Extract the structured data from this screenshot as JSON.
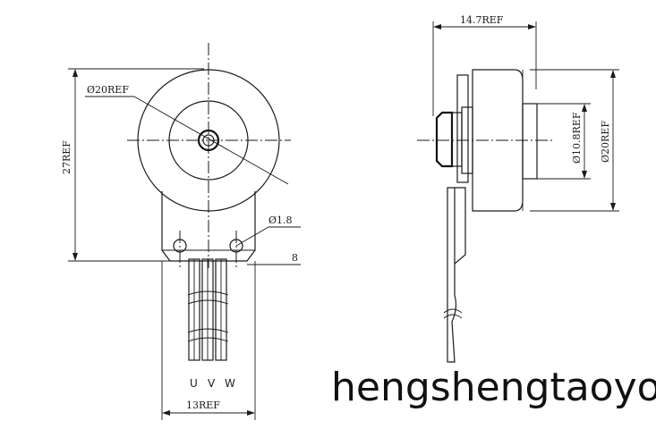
{
  "front_view": {
    "dim_outer_diameter": "Ø20REF",
    "dim_height": "27REF",
    "dim_hole_diameter": "Ø1.8",
    "dim_flange": "8",
    "dim_width": "13REF",
    "pin_labels": [
      "U",
      "V",
      "W"
    ]
  },
  "side_view": {
    "dim_length": "14.7REF",
    "dim_inner_diameter": "Ø10.8REF",
    "dim_outer_diameter": "Ø20REF"
  },
  "watermark": "hengshengtaoyou"
}
